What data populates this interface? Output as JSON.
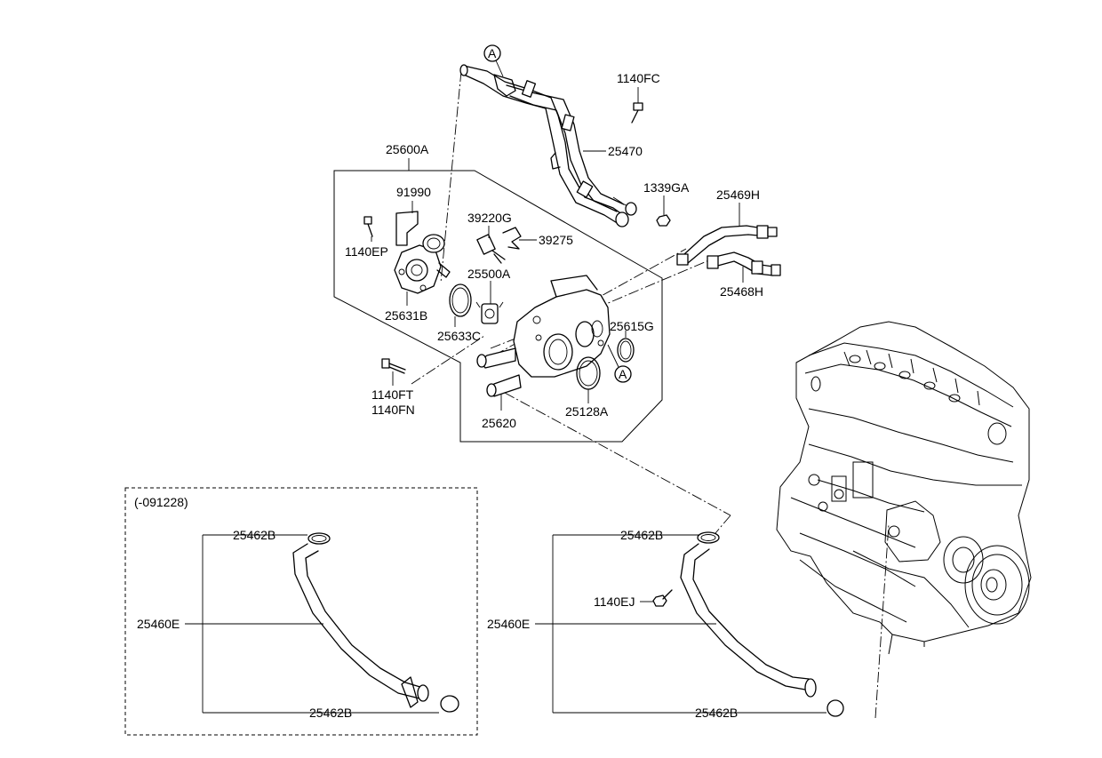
{
  "variant_label": "(-091228)",
  "labels": {
    "p25600A": "25600A",
    "p91990": "91990",
    "p1140EP": "1140EP",
    "p25631B": "25631B",
    "p39220G": "39220G",
    "p39275": "39275",
    "p25500A": "25500A",
    "p25633C": "25633C",
    "p25615G": "25615G",
    "p1140FT": "1140FT",
    "p1140FN": "1140FN",
    "p25620": "25620",
    "p25128A": "25128A",
    "p1140FC": "1140FC",
    "p25470": "25470",
    "p1339GA": "1339GA",
    "p25469H": "25469H",
    "p25468H": "25468H",
    "left_top_25462B": "25462B",
    "left_25460E": "25460E",
    "left_bottom_25462B": "25462B",
    "right_top_25462B": "25462B",
    "right_1140EJ": "1140EJ",
    "right_25460E": "25460E",
    "right_bottom_25462B": "25462B"
  },
  "callouts": {
    "top": "A",
    "mid": "A"
  }
}
